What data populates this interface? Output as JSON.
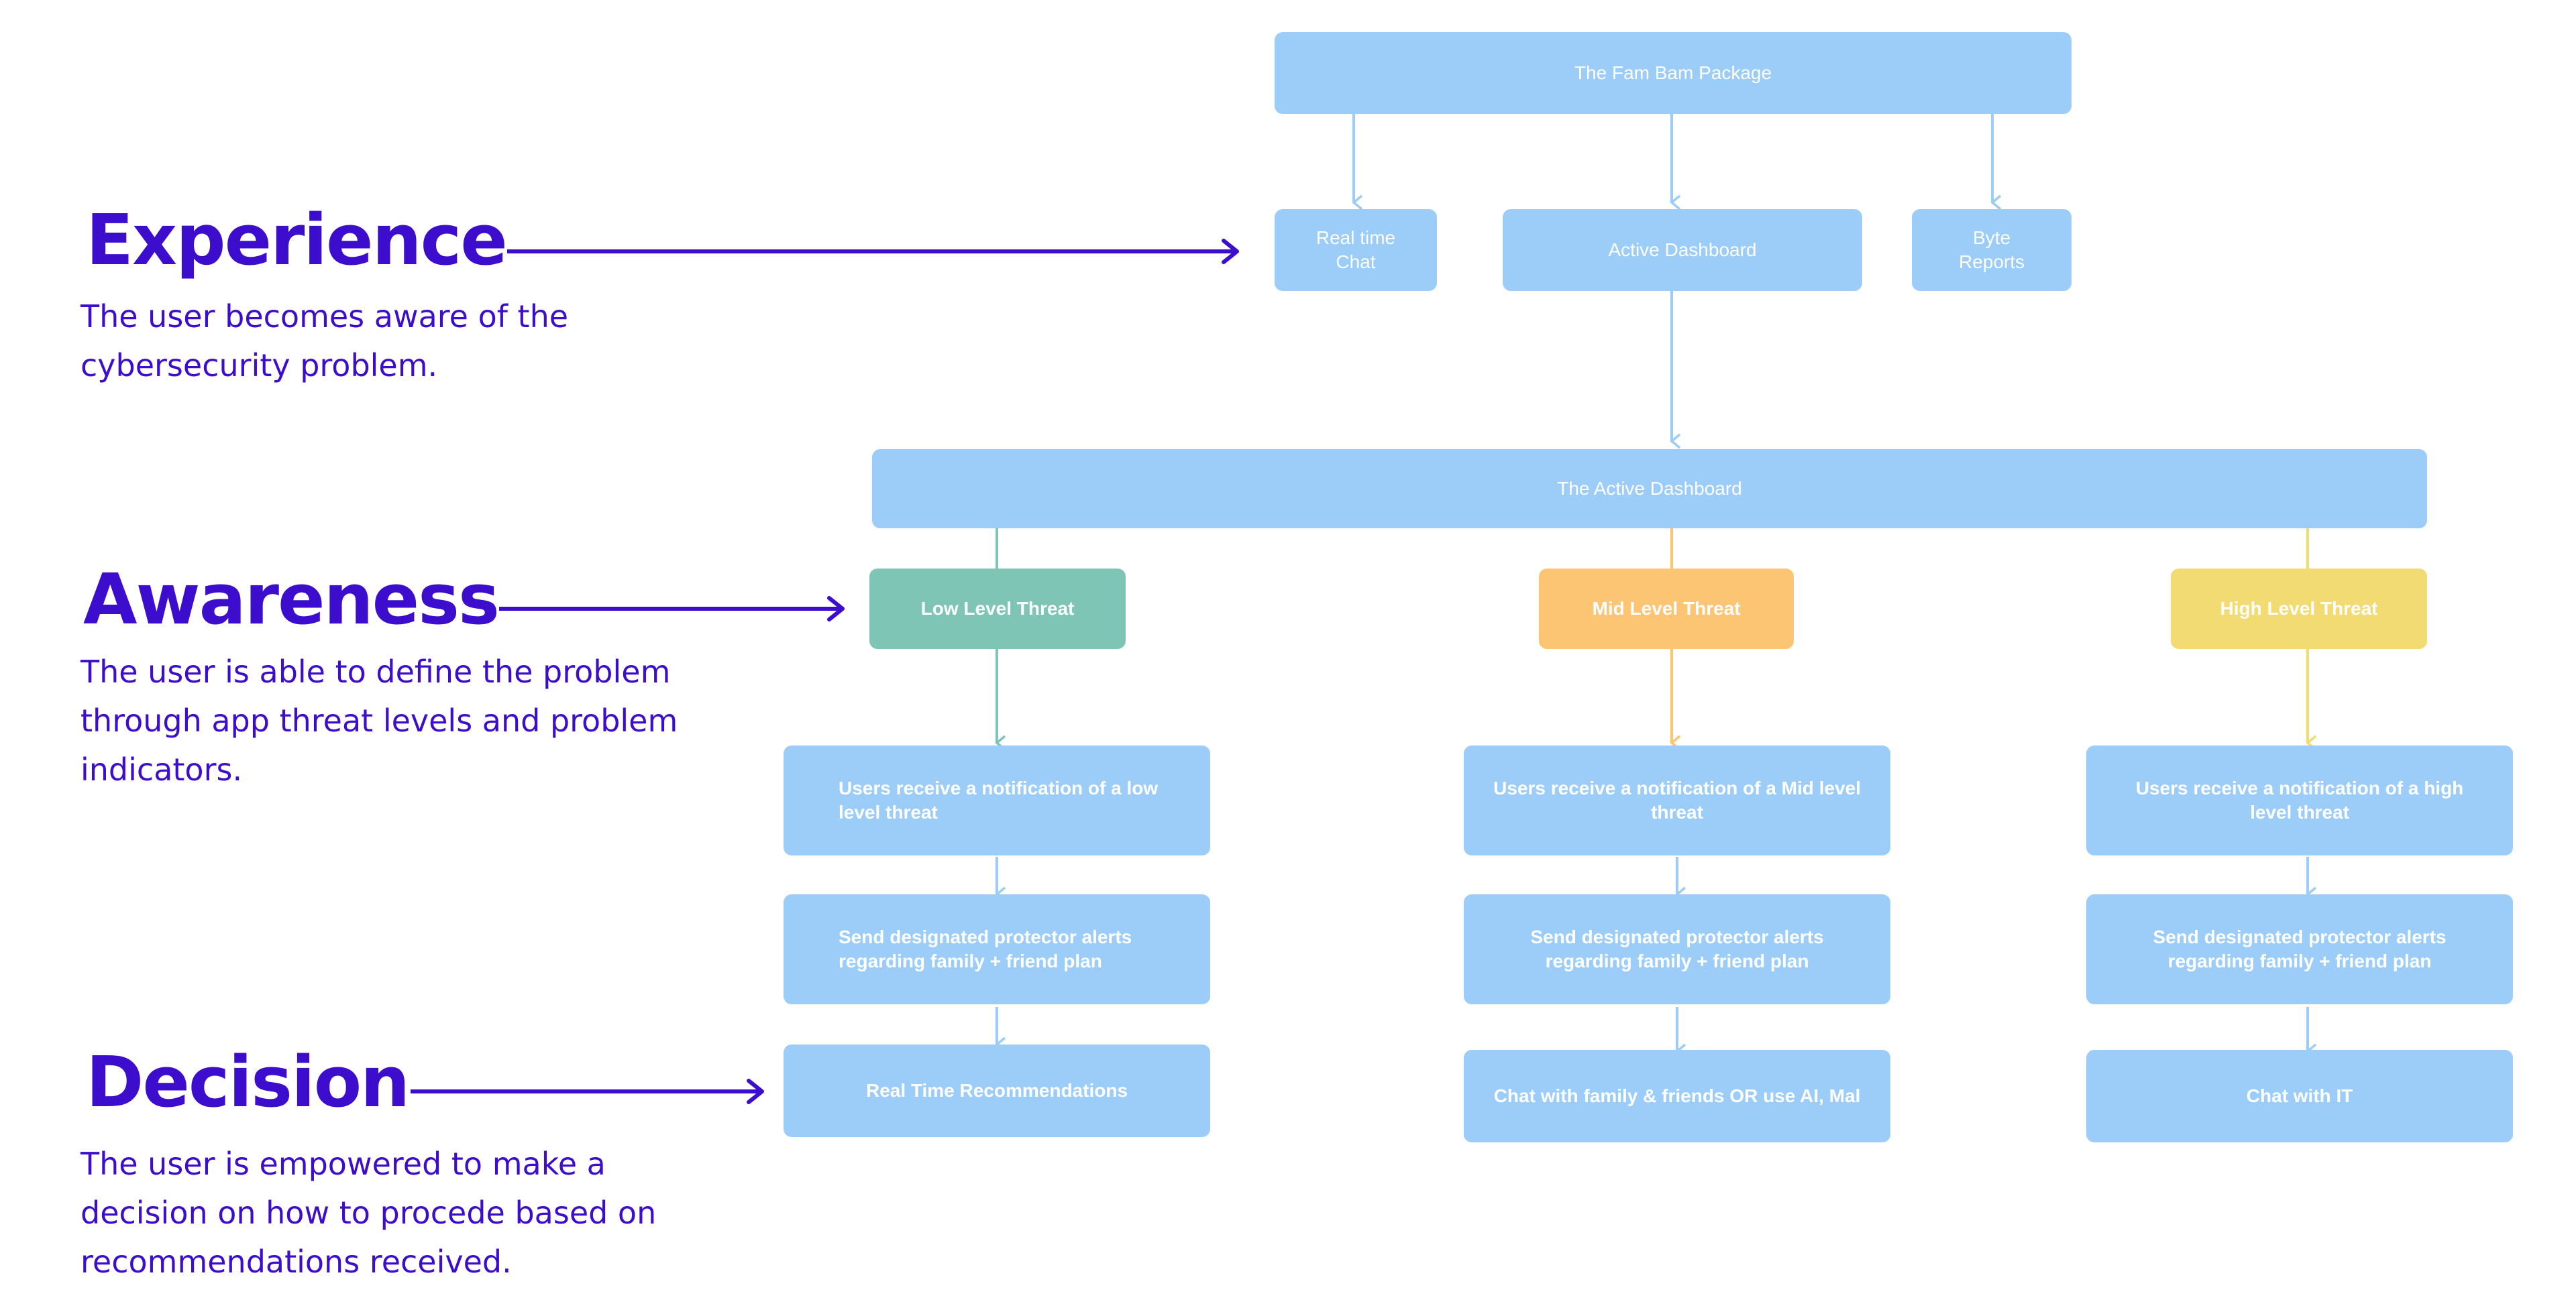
{
  "stages": {
    "experience": {
      "title": "Experience",
      "description": "The user becomes aware of the cybersecurity problem."
    },
    "awareness": {
      "title": "Awareness",
      "description": "The user is able to define the problem through app threat levels and problem indicators."
    },
    "decision": {
      "title": "Decision",
      "description": "The user is empowered to make a decision on how to procede based on recommendations received."
    }
  },
  "flowchart": {
    "root": "The Fam Bam Package",
    "features": [
      "Real time Chat",
      "Active Dashboard",
      "Byte Reports"
    ],
    "dashboard": "The Active Dashboard",
    "threat_paths": [
      {
        "level": "Low Level Threat",
        "color": "#7ec5b6",
        "steps": [
          "Users receive a notification of a low level threat",
          "Send designated protector alerts regarding family + friend plan",
          "Real Time Recommendations"
        ]
      },
      {
        "level": "Mid  Level Threat",
        "color": "#fcc573",
        "steps": [
          "Users receive a notification of a Mid level threat",
          "Send designated protector alerts regarding family + friend plan",
          "Chat with family & friends OR use AI, Mal"
        ]
      },
      {
        "level": "High Level Threat",
        "color": "#f2db73",
        "steps": [
          "Users receive a notification of a high level threat",
          "Send designated protector alerts regarding family + friend plan",
          "Chat with IT"
        ]
      }
    ]
  },
  "colors": {
    "stage_text": "#3c0dcc",
    "node_fill": "#9ccdf8",
    "connector": "#9ccdf8"
  }
}
